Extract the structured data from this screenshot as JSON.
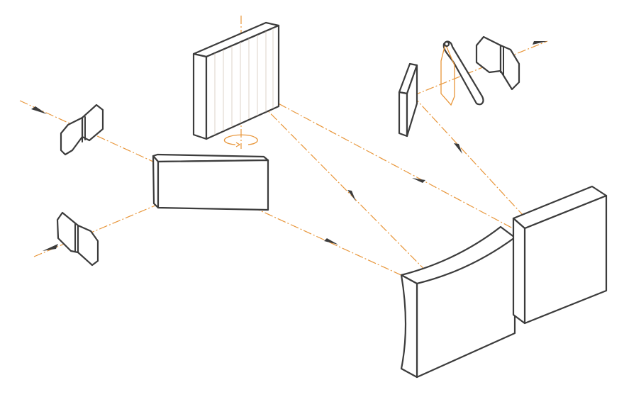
{
  "diagram": {
    "colors": {
      "beam": "#e8963a",
      "outline": "#3c3c3c",
      "grating_lines": "#d0c0b4",
      "background": "#ffffff"
    },
    "components": [
      "entrance-lens",
      "exit-lens",
      "beam-splitter",
      "rotating-grating",
      "concave-mirror",
      "flat-mirror",
      "folding-mirror",
      "prism",
      "upper-lens"
    ],
    "icons": [
      "rotation-arrow-icon",
      "beam-direction-arrow-icon"
    ]
  }
}
